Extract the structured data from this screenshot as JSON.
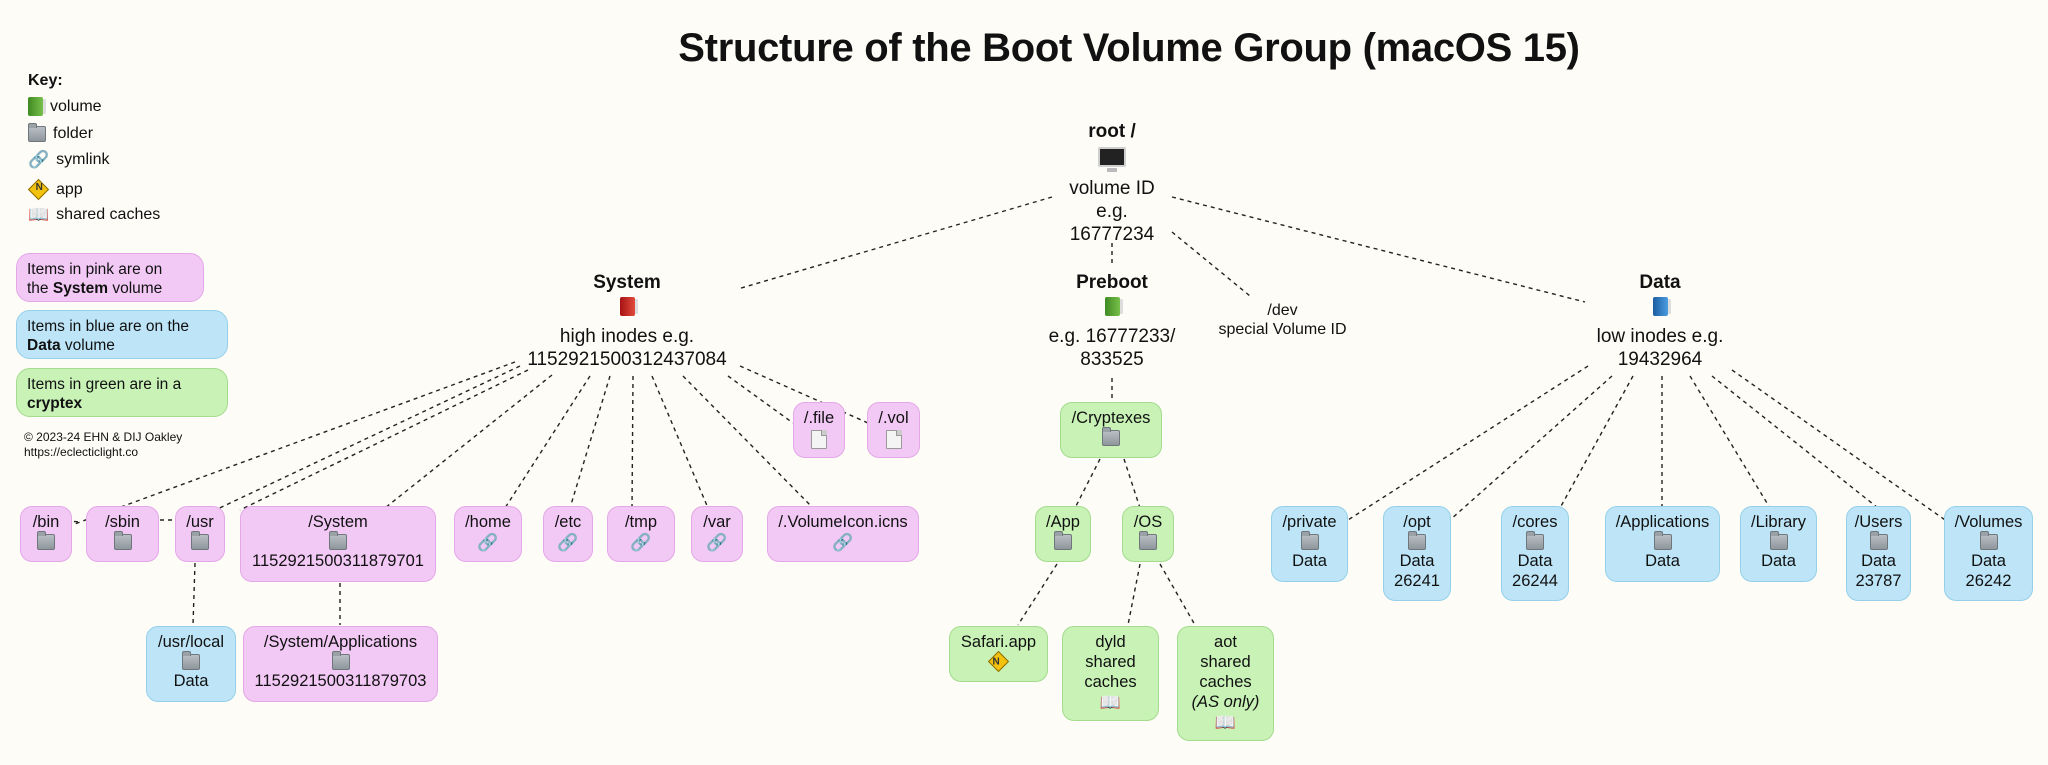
{
  "title": "Structure of the Boot Volume Group (macOS 15)",
  "key": {
    "heading": "Key:",
    "items": [
      {
        "icon": "volume-icon",
        "label": "volume"
      },
      {
        "icon": "folder-icon",
        "label": "folder"
      },
      {
        "icon": "symlink-icon",
        "label": "symlink"
      },
      {
        "icon": "app-icon",
        "label": "app"
      },
      {
        "icon": "shared-caches-icon",
        "label": "shared caches"
      }
    ]
  },
  "legend": {
    "pink": {
      "pre": "Items in pink are on",
      "pre2": "the ",
      "bold": "System",
      "post": " volume"
    },
    "blue": {
      "pre": "Items in blue are on the",
      "bold": "Data",
      "post": " volume"
    },
    "green": {
      "pre": "Items in green are in a",
      "bold": "cryptex"
    }
  },
  "copyright": {
    "line1": "© 2023-24 EHN & DIJ Oakley",
    "line2": "https://eclecticlight.co"
  },
  "colors": {
    "pink": "#f2c8f5",
    "blue": "#bde5f7",
    "green": "#c8f2b6",
    "background": "#fdfcf6"
  },
  "root": {
    "name": "root /",
    "line1": "volume ID",
    "line2": "e.g.",
    "line3": "16777234"
  },
  "system": {
    "name": "System",
    "line1": "high inodes e.g.",
    "line2": "1152921500312437084"
  },
  "preboot": {
    "name": "Preboot",
    "line1": "e.g. 16777233/",
    "line2": "833525"
  },
  "dev": {
    "line1": "/dev",
    "line2": "special Volume ID"
  },
  "data": {
    "name": "Data",
    "line1": "low inodes e.g.",
    "line2": "19432964"
  },
  "nodes": {
    "file": {
      "label": "/.file"
    },
    "vol": {
      "label": "/.vol"
    },
    "bin": {
      "label": "/bin"
    },
    "sbin": {
      "label": "/sbin"
    },
    "usr": {
      "label": "/usr"
    },
    "system_folder": {
      "label": "/System",
      "inode": "1152921500311879701"
    },
    "home": {
      "label": "/home"
    },
    "etc": {
      "label": "/etc"
    },
    "tmp": {
      "label": "/tmp"
    },
    "var": {
      "label": "/var"
    },
    "volumeicon": {
      "label": "/.VolumeIcon.icns"
    },
    "usr_local": {
      "label": "/usr/local",
      "sub": "Data"
    },
    "system_apps": {
      "label": "/System/Applications",
      "inode": "1152921500311879703"
    },
    "cryptexes": {
      "label": "/Cryptexes"
    },
    "app": {
      "label": "/App"
    },
    "os": {
      "label": "/OS"
    },
    "safari": {
      "label": "Safari.app"
    },
    "dyld": {
      "l1": "dyld",
      "l2": "shared",
      "l3": "caches"
    },
    "aot": {
      "l1": "aot",
      "l2": "shared",
      "l3": "caches",
      "l4": "(AS only)"
    },
    "private": {
      "label": "/private",
      "sub": "Data"
    },
    "opt": {
      "label": "/opt",
      "sub": "Data",
      "num": "26241"
    },
    "cores": {
      "label": "/cores",
      "sub": "Data",
      "num": "26244"
    },
    "applications": {
      "label": "/Applications",
      "sub": "Data"
    },
    "library": {
      "label": "/Library",
      "sub": "Data"
    },
    "users": {
      "label": "/Users",
      "sub": "Data",
      "num": "23787"
    },
    "volumes": {
      "label": "/Volumes",
      "sub": "Data",
      "num": "26242"
    }
  }
}
